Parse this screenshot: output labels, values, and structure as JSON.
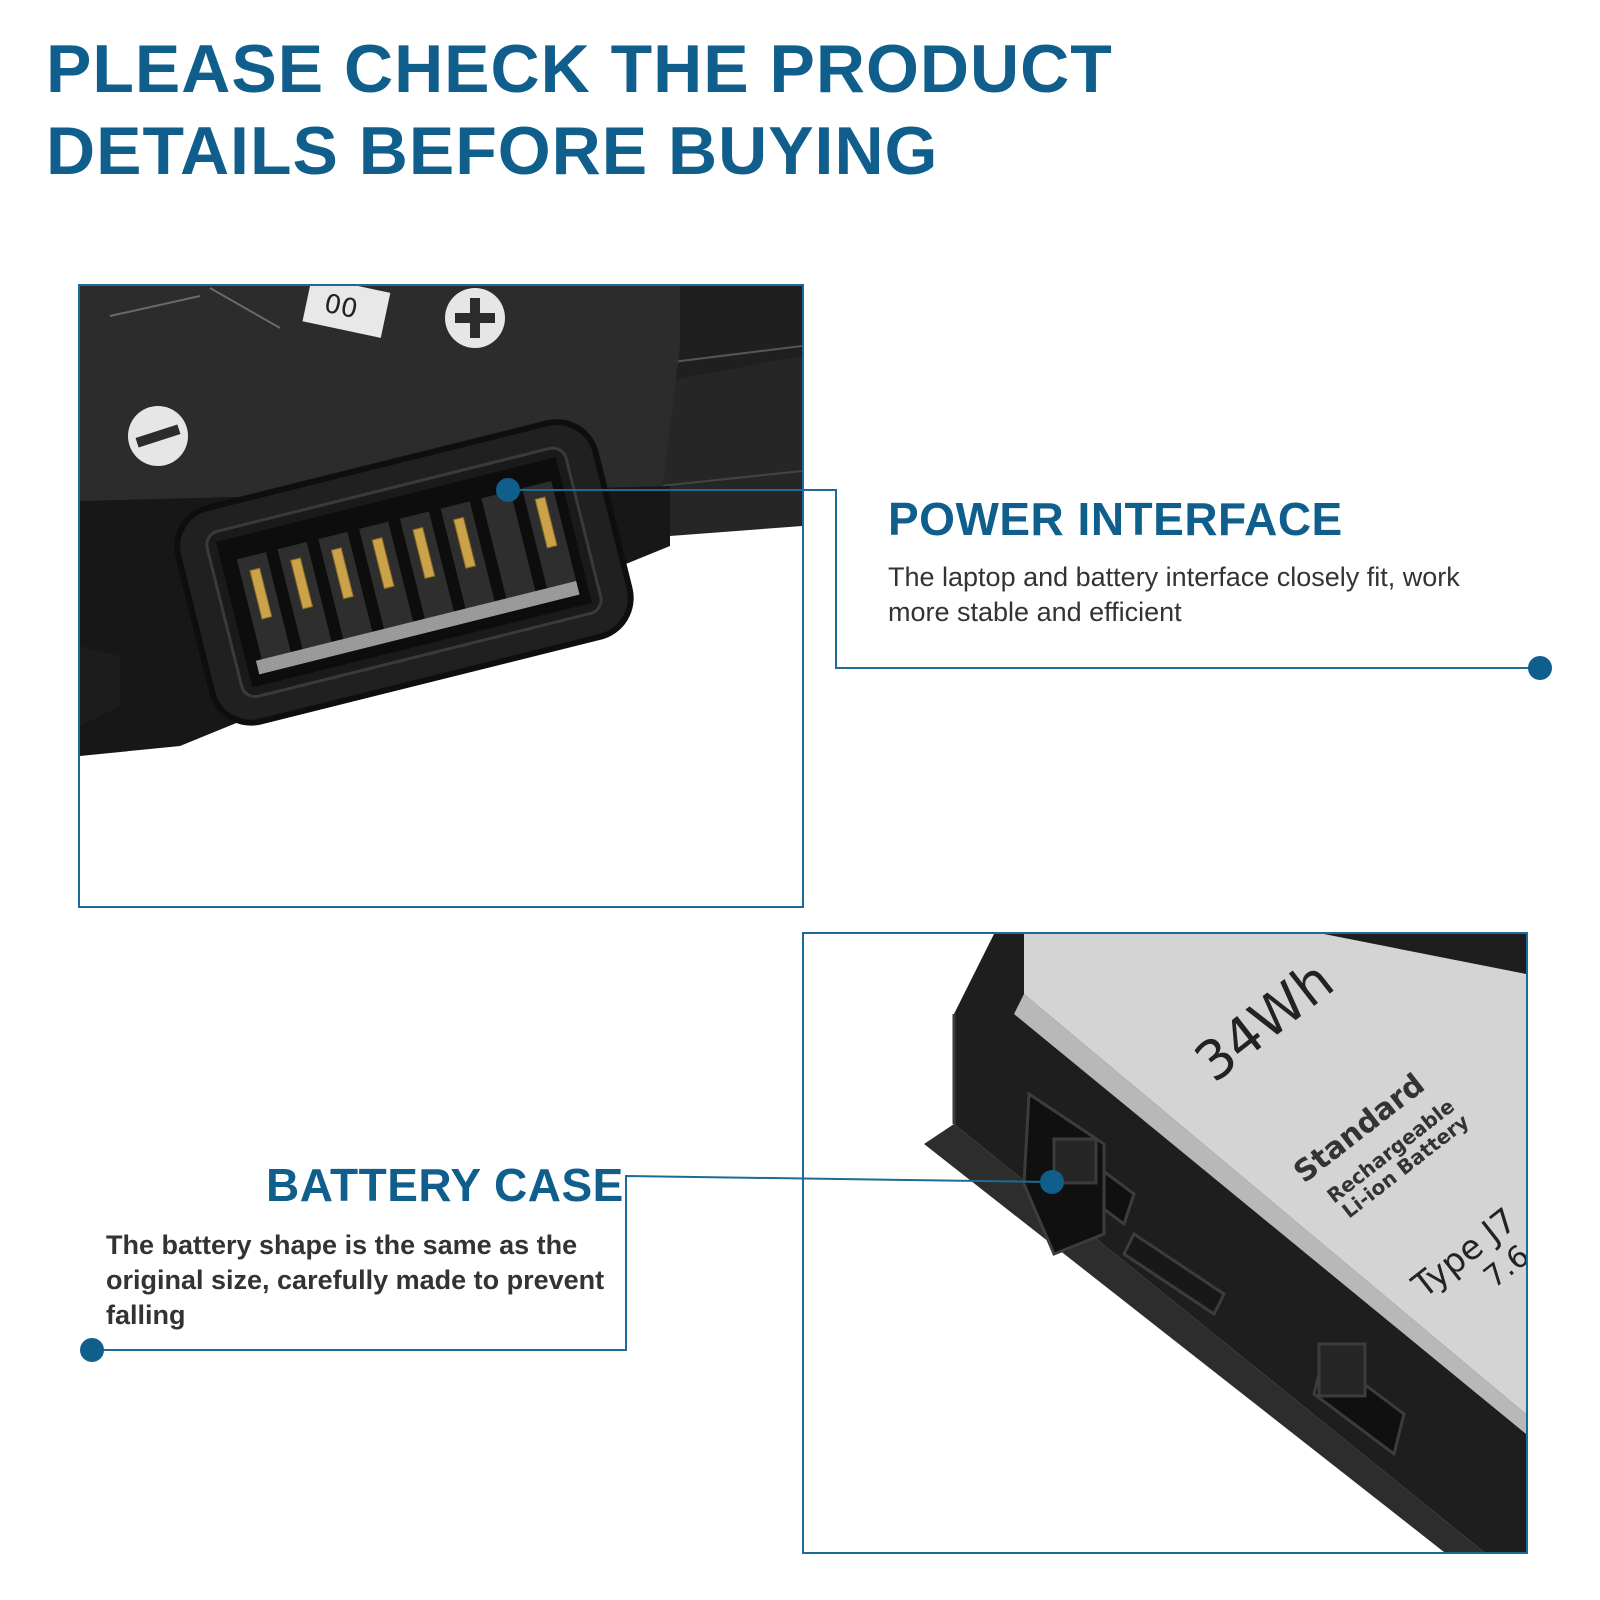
{
  "headline": {
    "line1": "PLEASE CHECK THE PRODUCT",
    "line2": "DETAILS BEFORE BUYING"
  },
  "power_interface": {
    "title": "POWER INTERFACE",
    "description": "The laptop and battery interface closely fit, work more stable and efficient"
  },
  "battery_case": {
    "title": "BATTERY CASE",
    "description": "The battery shape is the same as the original size, carefully made to prevent falling"
  },
  "photo_connector": {
    "label_fragment": "00"
  },
  "photo_case": {
    "capacity": "34Wh",
    "standard": "Standard",
    "rechargeable": "Rechargeable",
    "li_ion": "Li-ion Battery",
    "type": "Type J7",
    "voltage": "7.6"
  },
  "colors": {
    "accent": "#0f5e8c",
    "frame": "#1b6a99",
    "battery_body": "#2a2a2a",
    "label_silver": "#d4d4d4"
  }
}
